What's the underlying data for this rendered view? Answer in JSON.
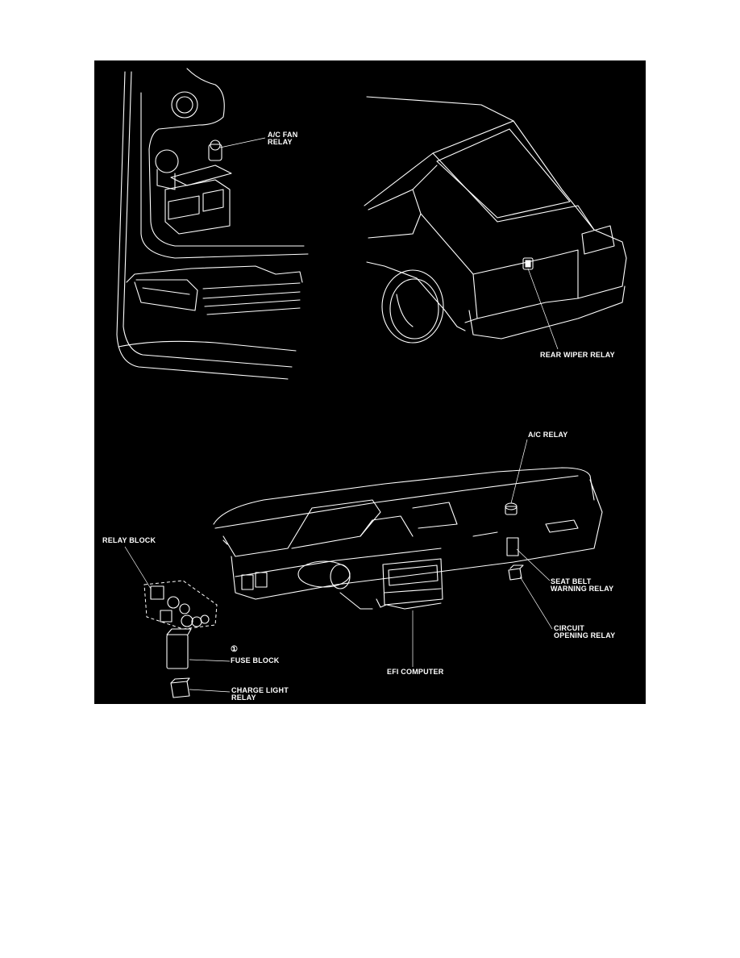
{
  "labels": {
    "ac_fan_relay": [
      "A/C FAN",
      "RELAY"
    ],
    "rear_wiper_relay": [
      "REAR WIPER RELAY"
    ],
    "ac_relay": [
      "A/C RELAY"
    ],
    "relay_block": [
      "RELAY BLOCK"
    ],
    "seat_belt_warning_relay": [
      "SEAT BELT",
      "WARNING RELAY"
    ],
    "circuit_opening_relay": [
      "CIRCUIT",
      "OPENING RELAY"
    ],
    "fuse_block_symbol": "①",
    "fuse_block": [
      "FUSE BLOCK"
    ],
    "efi_computer": [
      "EFI COMPUTER"
    ],
    "charge_light_relay": [
      "CHARGE LIGHT",
      "RELAY"
    ]
  },
  "colors": {
    "background": "#000000",
    "linework": "#ffffff",
    "page": "#ffffff"
  }
}
